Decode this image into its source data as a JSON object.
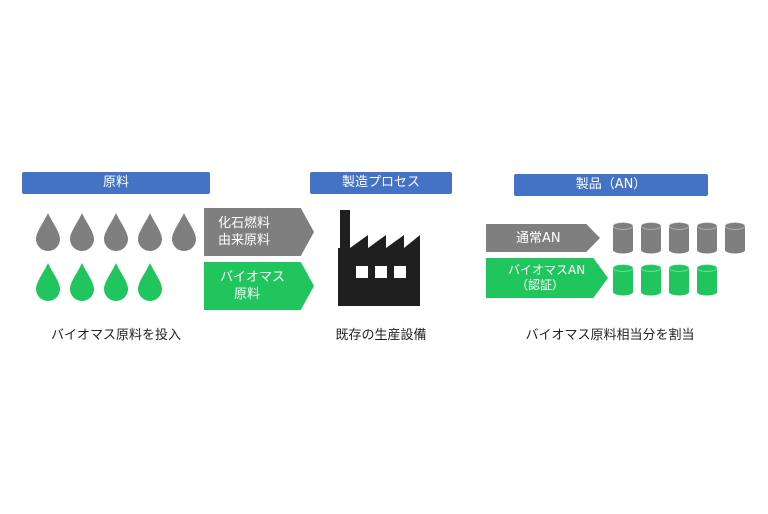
{
  "colors": {
    "header_blue": "#4472c4",
    "fossil_gray": "#7f7f7f",
    "biomass_green": "#21c55d",
    "factory_black": "#1f1f1f"
  },
  "section_raw": {
    "header": "原料",
    "caption": "バイオマス原料を投入",
    "icons": {
      "gray_drops": 5,
      "green_drops": 4,
      "icon": "drop-icon"
    }
  },
  "section_inputs": {
    "fossil_label_line1": "化石燃料",
    "fossil_label_line2": "由来原料",
    "biomass_label_line1": "バイオマス",
    "biomass_label_line2": "原料"
  },
  "section_process": {
    "header": "製造プロセス",
    "caption": "既存の生産設備",
    "icon": "factory-icon"
  },
  "section_product": {
    "header": "製品（AN）",
    "normal_label": "通常AN",
    "biomass_label_line1": "バイオマスAN",
    "biomass_label_line2": "（認証）",
    "caption": "バイオマス原料相当分を割当",
    "icons": {
      "gray_cylinders": 5,
      "green_cylinders": 4,
      "icon": "cylinder-icon"
    }
  }
}
